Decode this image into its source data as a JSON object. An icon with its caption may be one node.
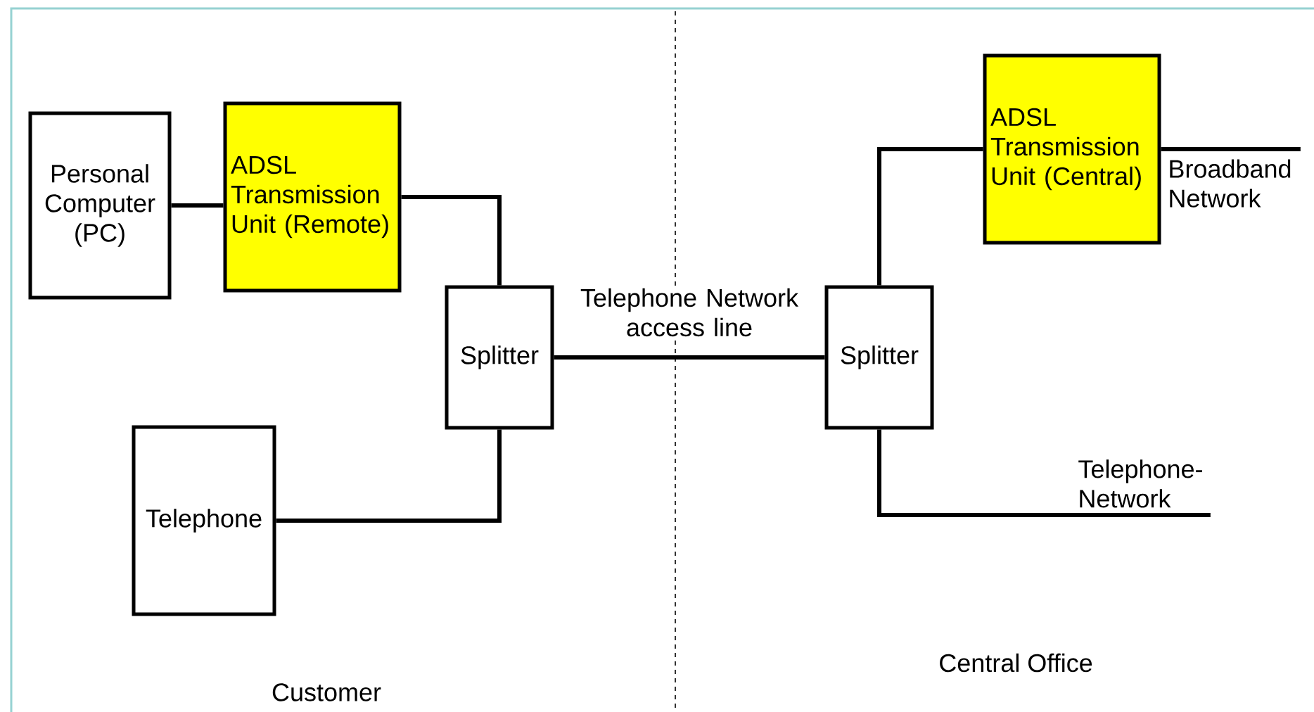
{
  "diagram": {
    "nodes": [
      {
        "text": [
          "Personal Computer (PC)"
        ]
      },
      {
        "text": [
          "ADSL Transmission Unit (Remote)"
        ]
      },
      {
        "text": [
          "Telephone"
        ]
      },
      {
        "text": [
          "Splitter"
        ]
      },
      {
        "text": [
          "Splitter"
        ]
      },
      {
        "text": [
          "ADSL Transmission Unit (Central)"
        ]
      },
      {
        "text": [
          "Broadband Network"
        ]
      },
      {
        "text": [
          "Telephone- Network"
        ]
      }
    ],
    "edges": [
      {
        "from": 0,
        "to": 1,
        "arrow": "none"
      },
      {
        "from": 1,
        "to": 3,
        "arrow": "none"
      },
      {
        "from": 2,
        "to": 3,
        "arrow": "none"
      },
      {
        "from": 3,
        "to": 4,
        "arrow": "none",
        "label": "Telephone Network access line"
      },
      {
        "from": 4,
        "to": 5,
        "arrow": "none"
      },
      {
        "from": 5,
        "to": 6,
        "arrow": "none"
      },
      {
        "from": 4,
        "to": 7,
        "arrow": "none"
      }
    ],
    "labels": [
      "Central Office",
      "Customer"
    ]
  }
}
